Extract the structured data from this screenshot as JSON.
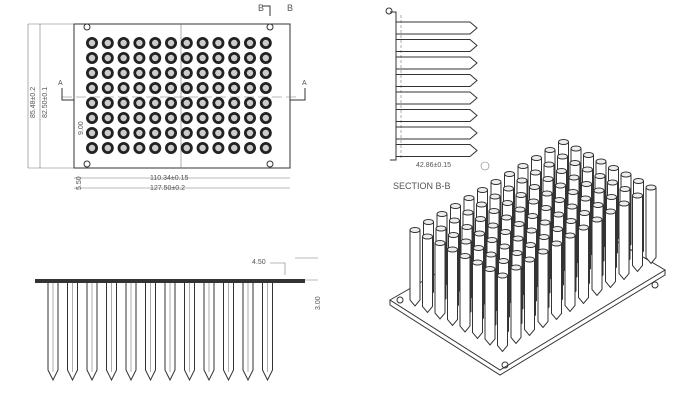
{
  "plate": {
    "rows": 8,
    "columns": 12
  },
  "top_view": {
    "section_a_label": "A",
    "section_b_label": "B",
    "dim_height_outer": "85.48±0.2",
    "dim_height_inner": "82.50±0.1",
    "dim_pitch": "9.00",
    "dim_width_inner": "110.34±0.15",
    "dim_width_outer": "127.50±0.2",
    "dim_offset": "5.50"
  },
  "section_view": {
    "title": "SECTION B-B",
    "dim_depth": "42.86±0.15"
  },
  "side_view": {
    "dim_rim": "4.50",
    "dim_lip": "3.00"
  }
}
